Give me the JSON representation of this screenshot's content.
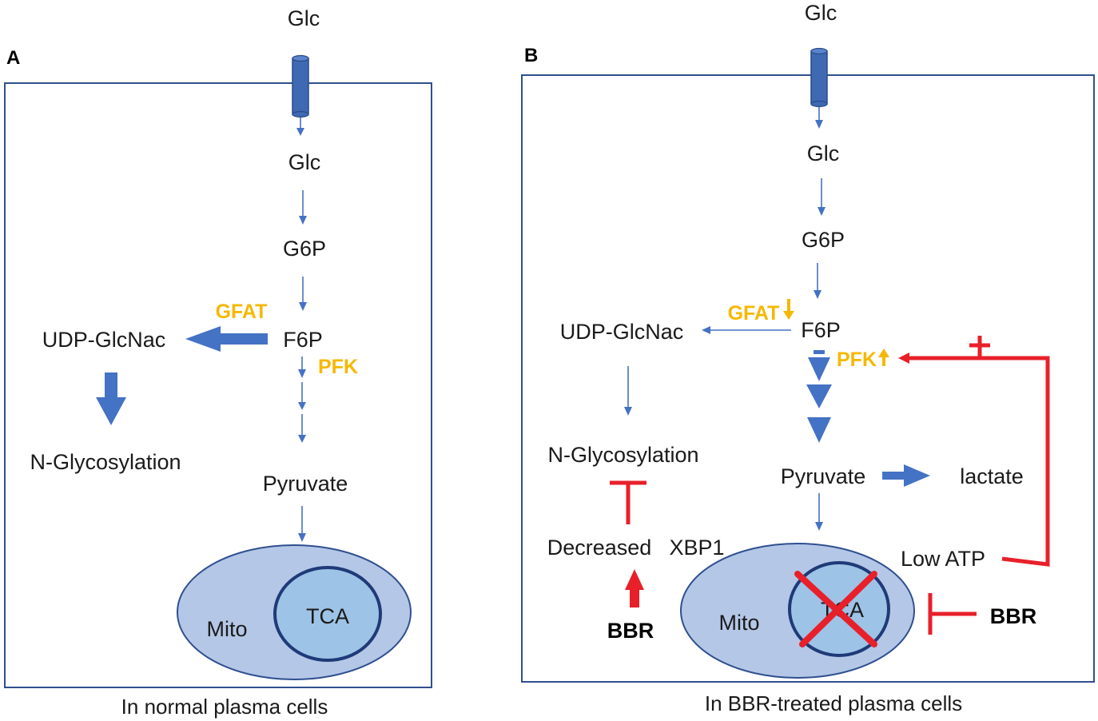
{
  "panel_a": {
    "letter": "A",
    "caption": "In normal plasma cells",
    "glc_outside": "Glc",
    "glc_inside": "Glc",
    "g6p": "G6P",
    "f6p": "F6P",
    "gfat": "GFAT",
    "pfk": "PFK",
    "udp_glcnac": "UDP-GlcNac",
    "n_glycosylation": "N-Glycosylation",
    "pyruvate": "Pyruvate",
    "mito": "Mito",
    "tca": "TCA"
  },
  "panel_b": {
    "letter": "B",
    "caption": "In BBR-treated plasma cells",
    "glc_outside": "Glc",
    "glc_inside": "Glc",
    "g6p": "G6P",
    "f6p": "F6P",
    "gfat": "GFAT",
    "pfk": "PFK",
    "udp_glcnac": "UDP-GlcNac",
    "n_glycosylation": "N-Glycosylation",
    "pyruvate": "Pyruvate",
    "lactate": "lactate",
    "decreased": "Decreased",
    "xbp1": "XBP1",
    "low_atp": "Low ATP",
    "bbr_left": "BBR",
    "bbr_right": "BBR",
    "mito": "Mito",
    "tca": "TCA"
  },
  "colors": {
    "arrow_blue": "#4472c4",
    "inhibit_red": "#e8202a",
    "enzyme_yellow": "#f5b800",
    "mito_fill": "#b4c7e7",
    "tca_fill": "#9dc3e6",
    "border_navy": "#2f4f8f"
  }
}
